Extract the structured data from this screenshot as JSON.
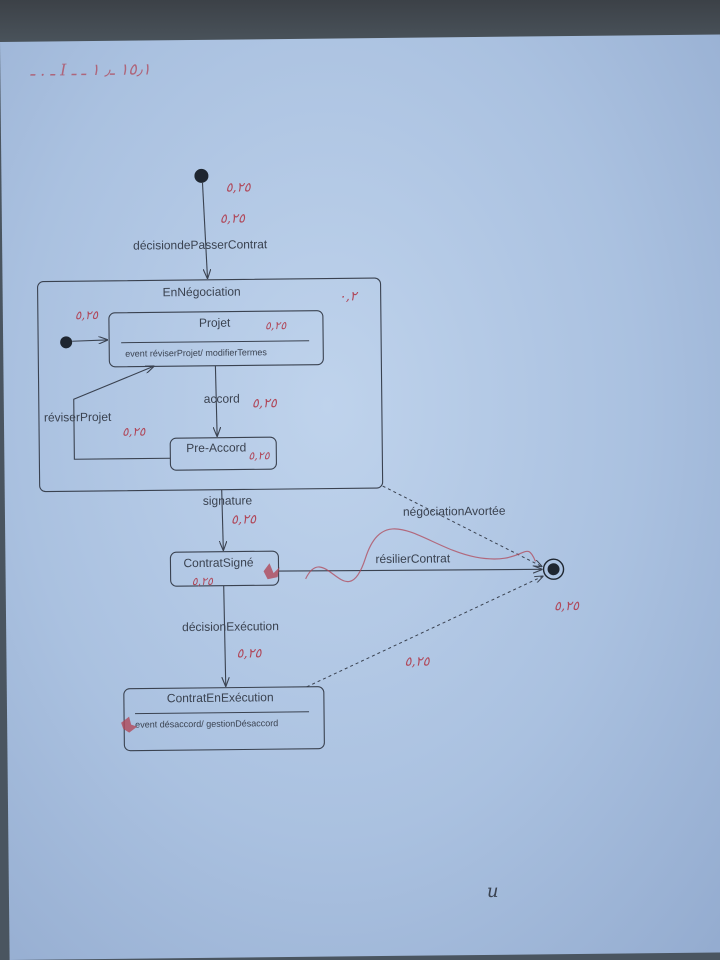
{
  "page": {
    "header_scribble": "ـ . ـ I ١٥٫١ ـ٫ ١ ـ ـ",
    "page_number": "u"
  },
  "diagram": {
    "transitions": {
      "initial": "décisiondePasserContrat",
      "accord": "accord",
      "reviser": "réviserProjet",
      "signature": "signature",
      "negociation_avortee": "négociationAvortée",
      "resilier": "résilierContrat",
      "execution": "décisionExécution"
    },
    "states": {
      "en_negociation": {
        "name": "EnNégociation"
      },
      "projet": {
        "name": "Projet",
        "action": "event réviserProjet/ modifierTermes"
      },
      "pre_accord": {
        "name": "Pre-Accord"
      },
      "contrat_signe": {
        "name": "ContratSigné"
      },
      "contrat_en_execution": {
        "name": "ContratEnExécution",
        "action": "event désaccord/ gestionDésaccord"
      }
    },
    "handwritten_marks": [
      "٥,٢٥",
      "٥,٢٥",
      "٠,٢",
      "٥,٢٥",
      "٥,٢٥",
      "٥,٢٥",
      "٥,٢٥",
      "٥,٢٥",
      "٥,٢٥",
      "٥,٢٥",
      "٥,٢٥",
      "٥,٢٥",
      "٥,٢٥"
    ],
    "colors": {
      "ink": "#3a4250",
      "grading_pen": "#b0485a",
      "paper": "#b4c9e6"
    }
  }
}
